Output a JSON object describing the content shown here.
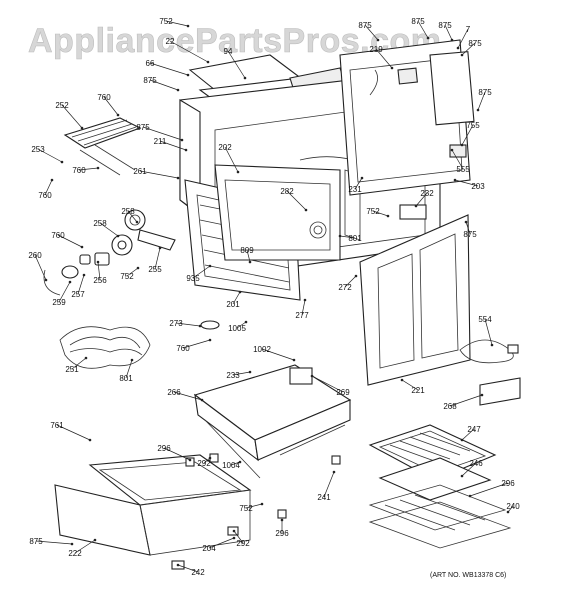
{
  "watermark": "AppliancePartsPros.com",
  "art_number": "(ART NO. WB13378 C6)",
  "callouts": [
    "752",
    "22",
    "94",
    "875",
    "875",
    "875",
    "219",
    "7",
    "875",
    "66",
    "875",
    "252",
    "760",
    "875",
    "211",
    "875",
    "755",
    "253",
    "760",
    "202",
    "555",
    "261",
    "231",
    "203",
    "760",
    "282",
    "232",
    "752",
    "258",
    "809",
    "875",
    "760",
    "258",
    "801",
    "260",
    "256",
    "257",
    "255",
    "752",
    "935",
    "272",
    "259",
    "201",
    "277",
    "273",
    "1005",
    "554",
    "251",
    "760",
    "1002",
    "801",
    "269",
    "233",
    "221",
    "266",
    "268",
    "761",
    "247",
    "296",
    "292",
    "1004",
    "246",
    "241",
    "296",
    "752",
    "240",
    "875",
    "222",
    "204",
    "292",
    "296",
    "242"
  ]
}
